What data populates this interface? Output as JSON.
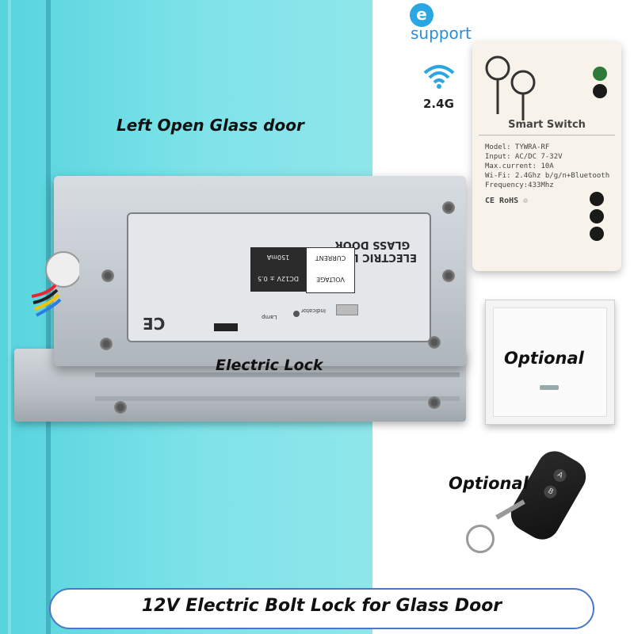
{
  "logo": {
    "letter": "e",
    "word": "support"
  },
  "wifi": {
    "label": "2.4G"
  },
  "captions": {
    "glass_door": "Left Open Glass door",
    "lock": "Electric Lock",
    "optional_button": "Optional",
    "optional_remote": "Optional"
  },
  "lock_label": {
    "title_line1": "GLASS DOOR",
    "title_line2": "ELECTRIC LOCK",
    "current_label": "CURRENT",
    "current_value": "150mA",
    "voltage_label": "VOLTAGE",
    "voltage_value": "DC12V ± 0.5",
    "lamp_label": "Lamp",
    "indicator_label": "Indicator",
    "ce": "CE"
  },
  "smart_switch": {
    "title": "Smart  Switch",
    "model": "Model:  TYWRA-RF",
    "input": "Input:  AC/DC 7-32V",
    "max_current": "Max.current:  10A",
    "wifi": "Wi-Fi:  2.4Ghz b/g/n+Bluetooth",
    "frequency": "Frequency:433Mhz",
    "certs": "CE RoHS ♲"
  },
  "remote": {
    "button_a": "A",
    "button_b": "B"
  },
  "banner": {
    "text": "12V Electric Bolt Lock for Glass Door"
  },
  "colors": {
    "glass": "#6fdde4",
    "banner_border": "#4a78c7",
    "logo_blue": "#2aa7e1"
  }
}
